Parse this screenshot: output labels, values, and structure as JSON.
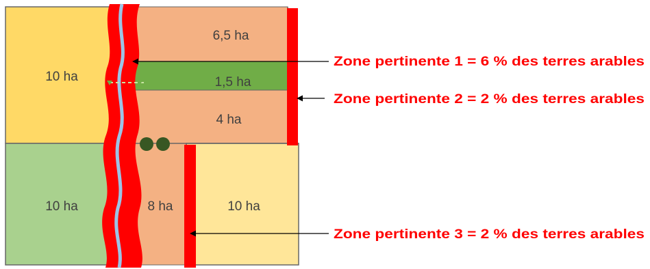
{
  "colors": {
    "parcel_yellow": "#ffd966",
    "parcel_orange": "#f4b183",
    "parcel_dark_green": "#70ad47",
    "parcel_light_green": "#a9d18e",
    "parcel_light_yellow": "#ffe699",
    "river": "#9dc3e6",
    "riparian_strip": "#ff0000",
    "hedge": "#ff0000",
    "trees": "#385723",
    "callout_text": "#ff0000"
  },
  "parcels": {
    "top_left": "10 ha",
    "orange_top": "6,5 ha",
    "green_strip": "1,5 ha",
    "orange_middle": "4 ha",
    "bottom_left": "10 ha",
    "orange_bottom": "8 ha",
    "bottom_right": "10 ha"
  },
  "callouts": {
    "zone1": {
      "label": "Zone pertinente 1 = 6 %",
      "suffix": "des terres arables"
    },
    "zone2": {
      "label": "Zone pertinente 2 = 2 %",
      "suffix": "des terres arables"
    },
    "zone3": {
      "label": "Zone pertinente 3 = 2 %",
      "suffix": "des terres arables"
    }
  }
}
